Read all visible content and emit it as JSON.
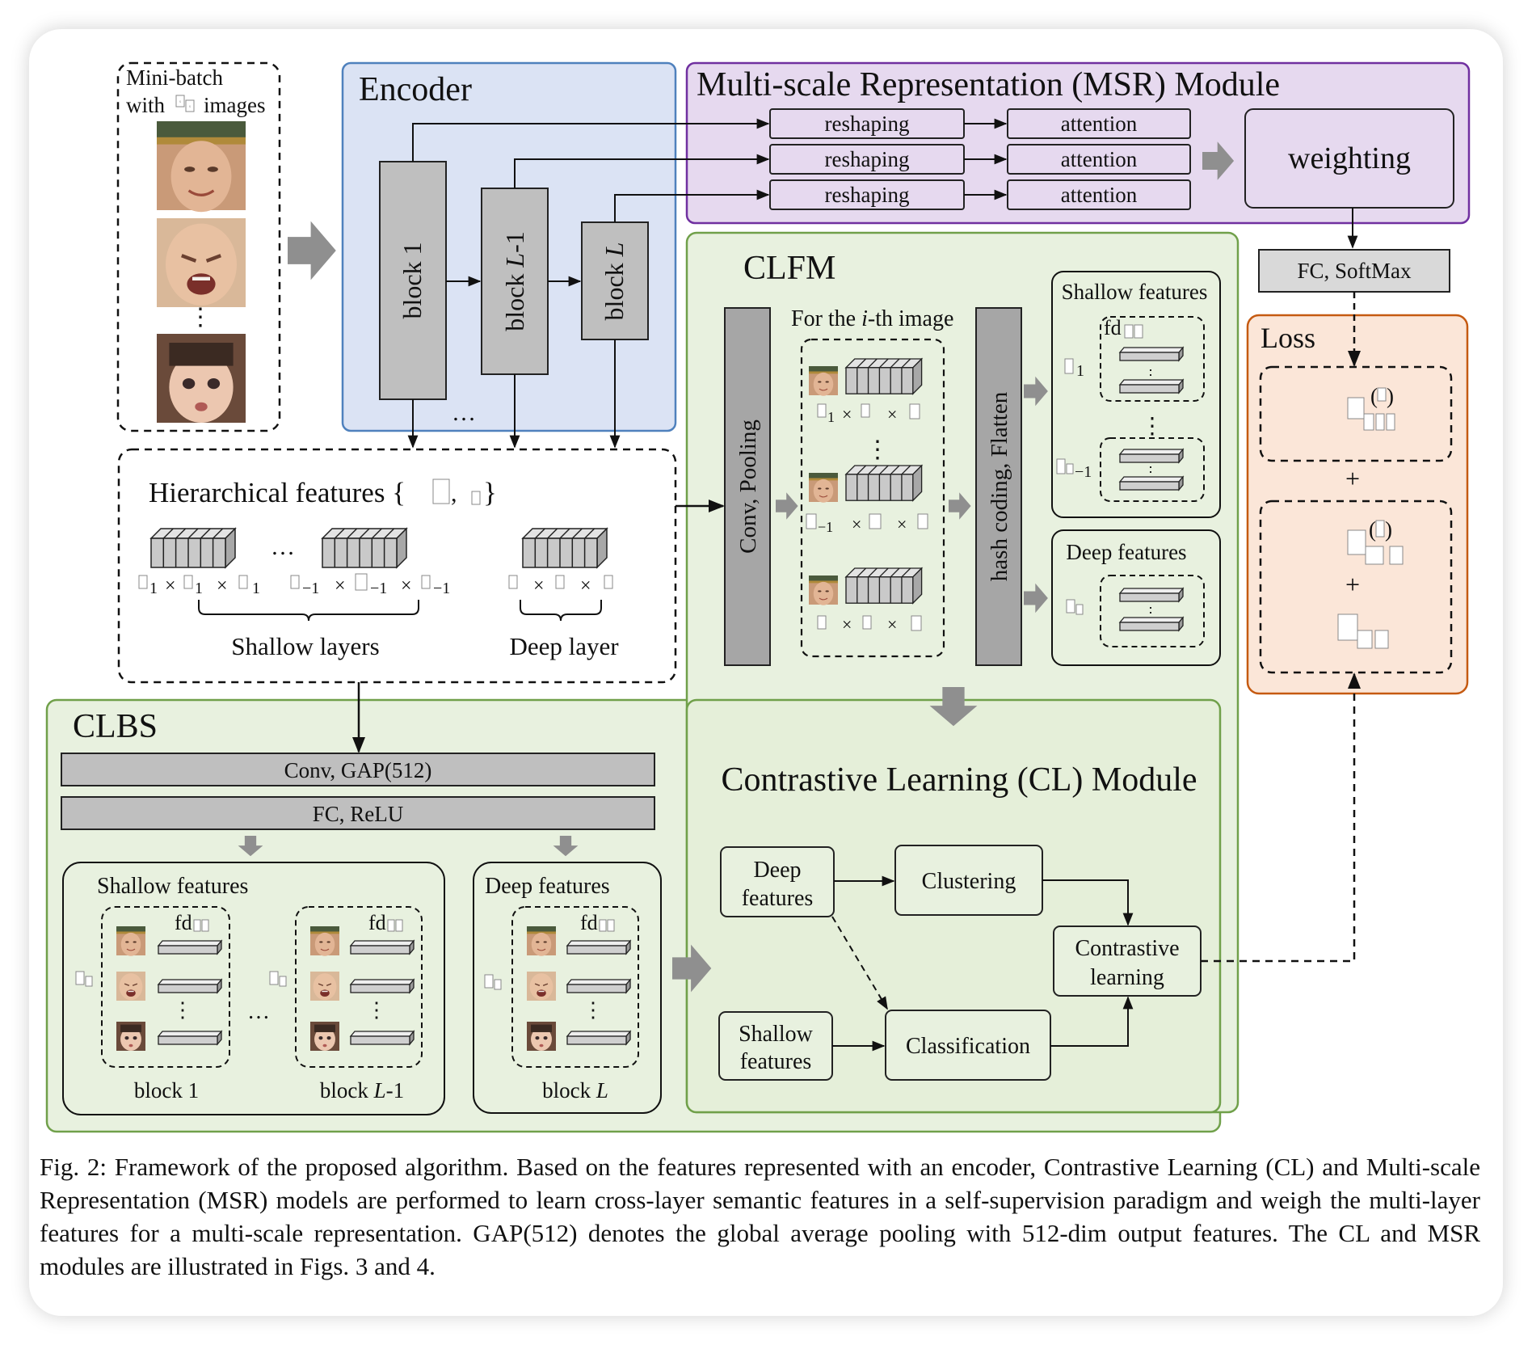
{
  "mini_batch": {
    "line1": "Mini-batch",
    "line2_prefix": "with",
    "line2_suffix": "images"
  },
  "encoder": {
    "title": "Encoder",
    "block1": "block 1",
    "blockL1_pre": "block ",
    "blockL1_var": "L",
    "blockL1_post": "-1",
    "blockL_pre": "block ",
    "blockL_var": "L",
    "ellipsis": "…"
  },
  "msr": {
    "title": "Multi-scale Representation (MSR) Module",
    "reshaping": "reshaping",
    "attention": "attention",
    "weighting": "weighting"
  },
  "fc_softmax": "FC, SoftMax",
  "loss": {
    "title": "Loss",
    "plus": "+"
  },
  "hier": {
    "title": "Hierarchical features {",
    "close": "}",
    "shallow_layers": "Shallow layers",
    "deep_layer": "Deep layer",
    "dots": "…",
    "sub1": "1",
    "subL1": "−1",
    "times": "×"
  },
  "clfm": {
    "title": "CLFM",
    "for_prefix": "For the ",
    "for_var": "i",
    "for_suffix": "-th image",
    "conv_pooling": "Conv, Pooling",
    "hash_flatten": "hash coding, Flatten",
    "shallow_features": "Shallow features",
    "deep_features": "Deep features",
    "fd": "fd",
    "sub1": "1",
    "subL1": "−1"
  },
  "clbs": {
    "title": "CLBS",
    "conv_gap": "Conv, GAP(512)",
    "fc_relu": "FC, ReLU",
    "shallow_features": "Shallow features",
    "deep_features": "Deep features",
    "fd": "fd",
    "block1": "block 1",
    "blockL1_pre": "block ",
    "blockL1_var": "L",
    "blockL1_post": "-1",
    "blockL_pre": "block ",
    "blockL_var": "L",
    "dots": "…"
  },
  "cl": {
    "title": "Contrastive Learning (CL) Module",
    "deep1": "Deep",
    "deep2": "features",
    "shallow1": "Shallow",
    "shallow2": "features",
    "clustering": "Clustering",
    "classification": "Classification",
    "contrastive1": "Contrastive",
    "contrastive2": "learning"
  },
  "caption": "Fig. 2: Framework of the proposed algorithm. Based on the features represented with an encoder, Contrastive Learning (CL) and Multi-scale Representation (MSR) models are performed to learn cross-layer semantic features in a self-supervision paradigm and weigh the multi-layer features for a multi-scale representation. GAP(512) denotes the global average pooling with 512-dim output features. The CL and MSR modules are illustrated in Figs. 3 and 4.",
  "colors": {
    "encoder_fill": "#dbe3f4",
    "encoder_border": "#4f81bd",
    "msr_fill": "#e6d9ef",
    "msr_border": "#7030a0",
    "green_fill": "#e8f1df",
    "green_border": "#70a04a",
    "loss_fill": "#fbe6d8",
    "loss_border": "#c55a11",
    "block_gray": "#bfbfbf",
    "dark_gray": "#a6a6a6"
  },
  "icons": {
    "face1": "smiling-woman-face-icon",
    "face2": "crying-child-face-icon",
    "face3": "girl-face-icon"
  }
}
